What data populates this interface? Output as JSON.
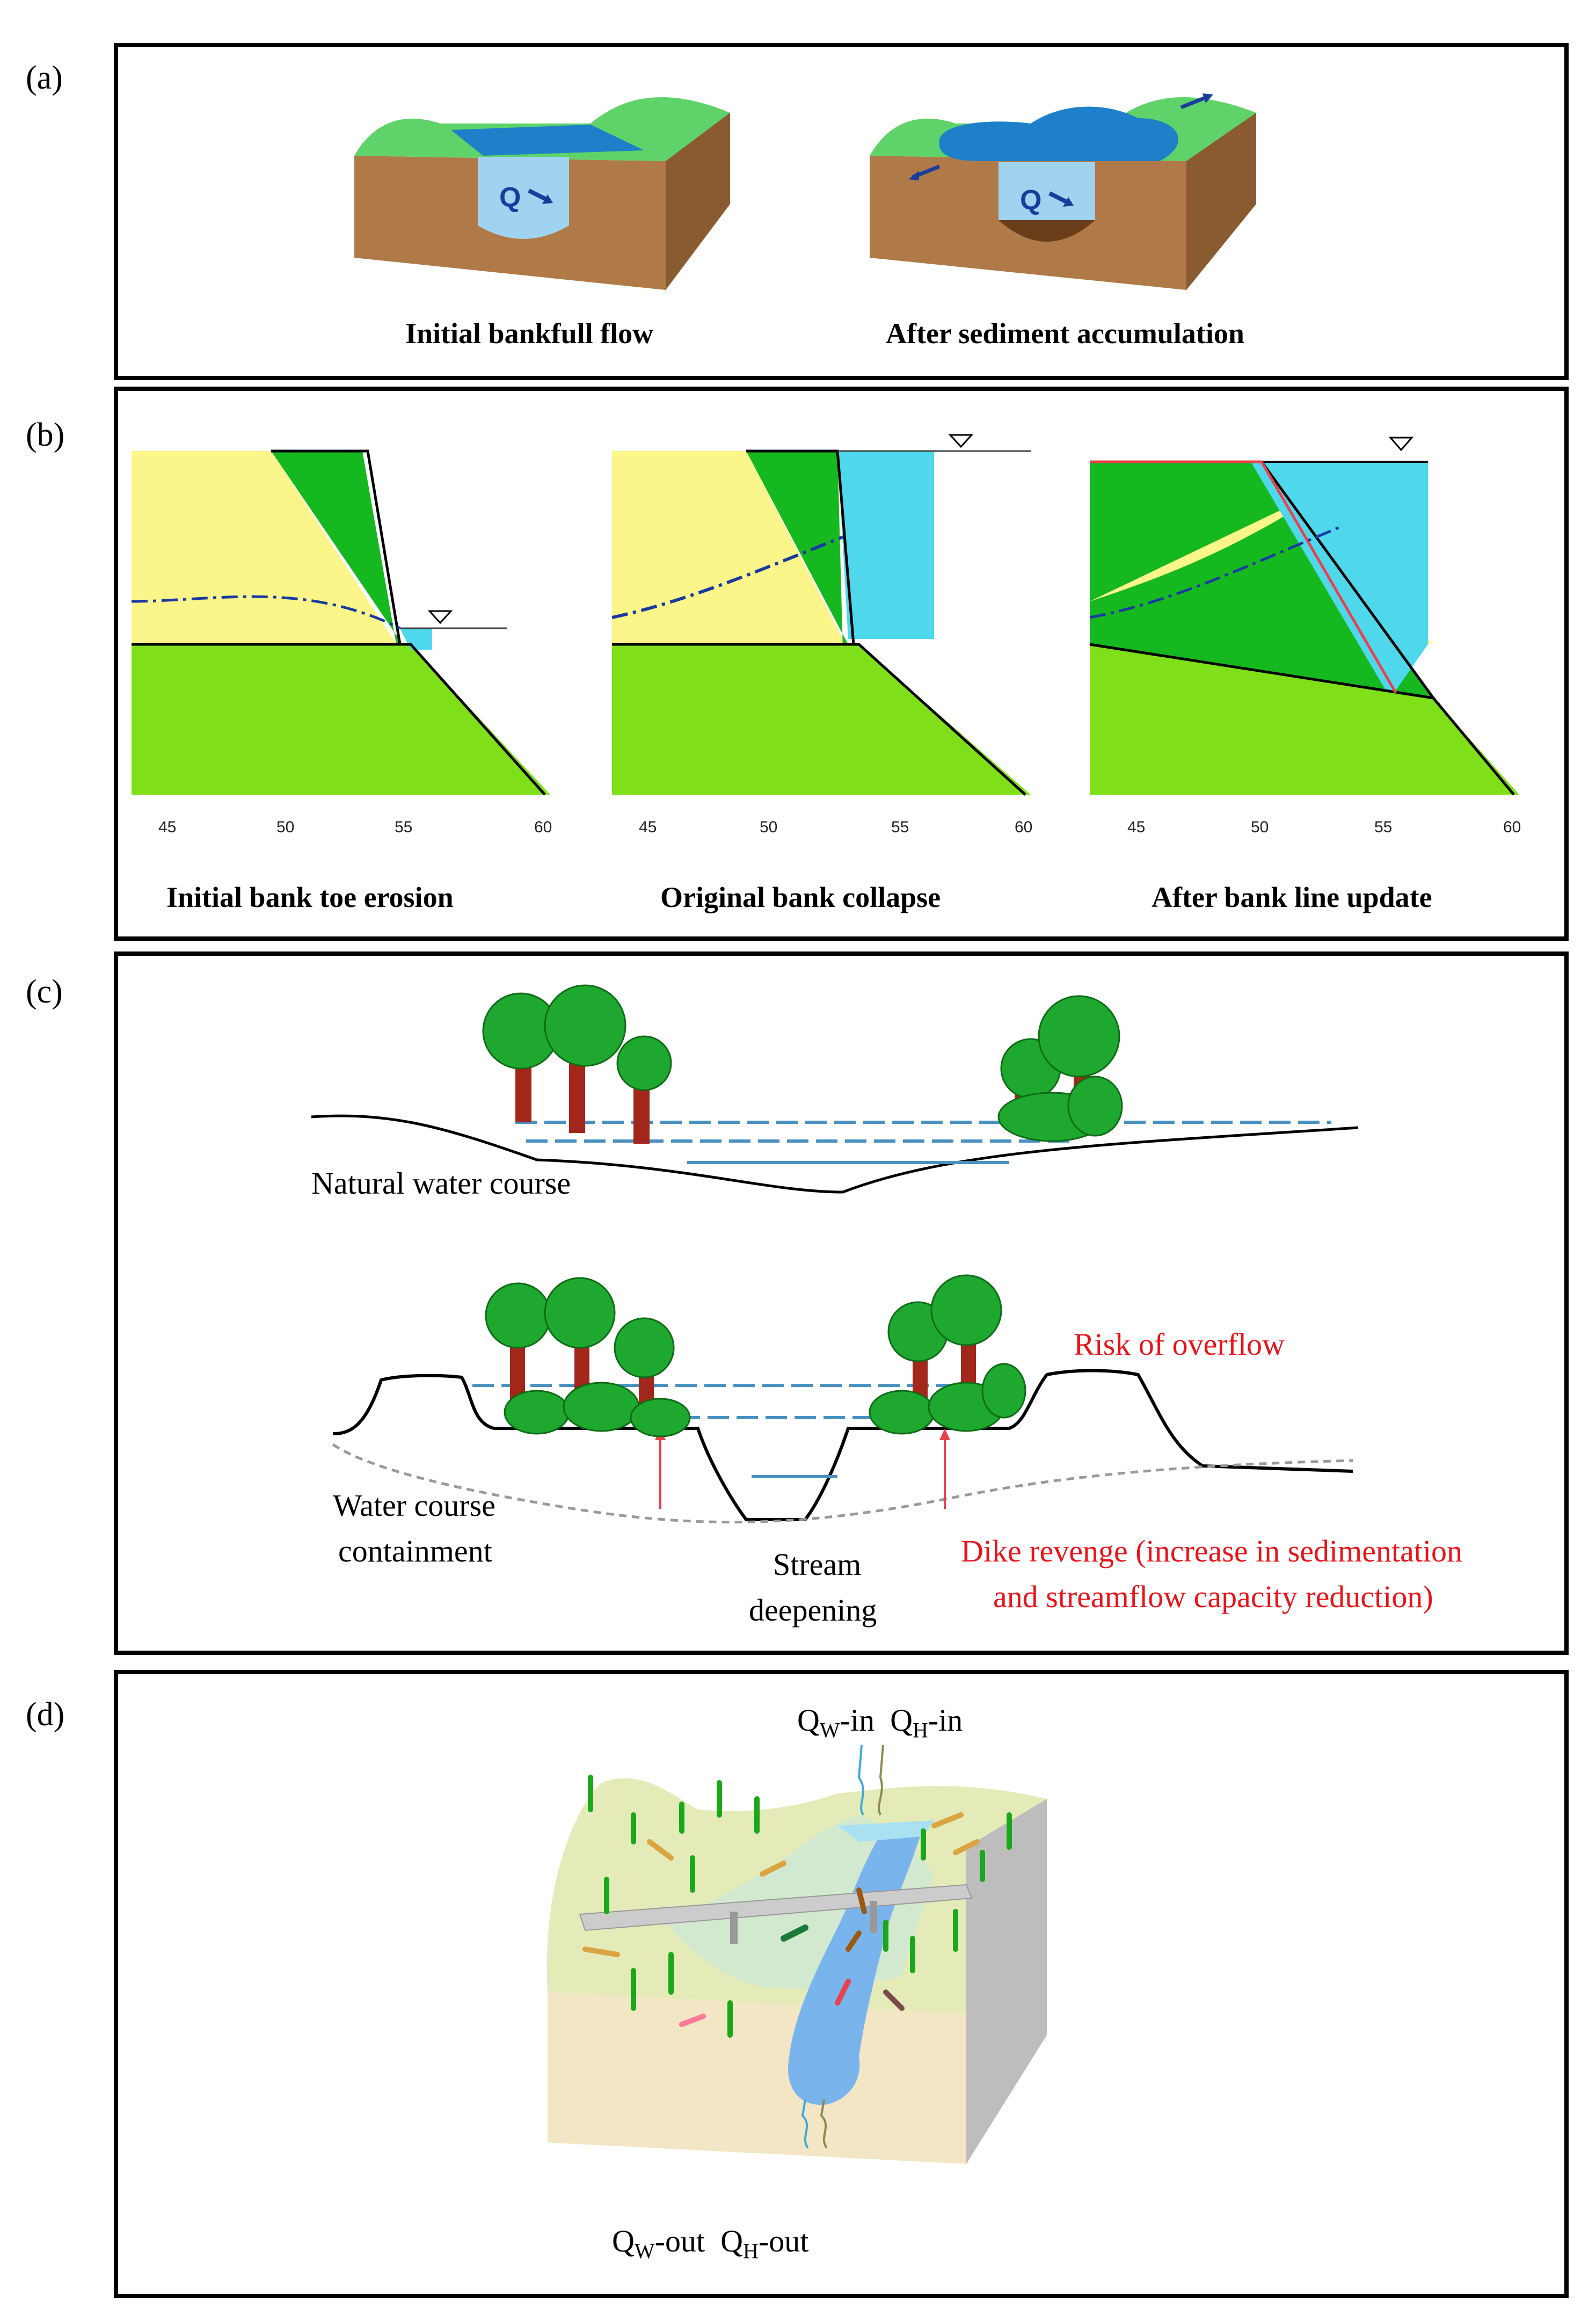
{
  "panels": {
    "a": {
      "label": "(a)",
      "captions": [
        "Initial bankfull flow",
        "After sediment accumulation"
      ],
      "flow_symbol": "Q"
    },
    "b": {
      "label": "(b)",
      "captions": [
        "Initial bank toe erosion",
        "Original bank collapse",
        "After bank line update"
      ],
      "ticks": [
        [
          "45",
          "50",
          "55",
          "60"
        ],
        [
          "45",
          "50",
          "55",
          "60"
        ],
        [
          "45",
          "50",
          "55",
          "60"
        ]
      ]
    },
    "c": {
      "label": "(c)",
      "natural": "Natural water course",
      "risk": "Risk of overflow",
      "containment_1": "Water course",
      "containment_2": "containment",
      "deepening_1": "Stream",
      "deepening_2": "deepening",
      "dike_1": "Dike revenge (increase in sedimentation",
      "dike_2": "and streamflow capacity reduction)"
    },
    "d": {
      "label": "(d)",
      "q_main": "Q",
      "sub_w": "W",
      "sub_h": "H",
      "suffix_in": "-in",
      "suffix_out": "-out"
    }
  },
  "colors": {
    "grass": "#5fd36a",
    "soil": "#b07a48",
    "water": "#4fc3e8",
    "sand": "#fbf58a",
    "bank_green": "#7fe01a",
    "tree": "#1fa830",
    "trunk": "#a3261b",
    "red_text": "#e8141a"
  }
}
